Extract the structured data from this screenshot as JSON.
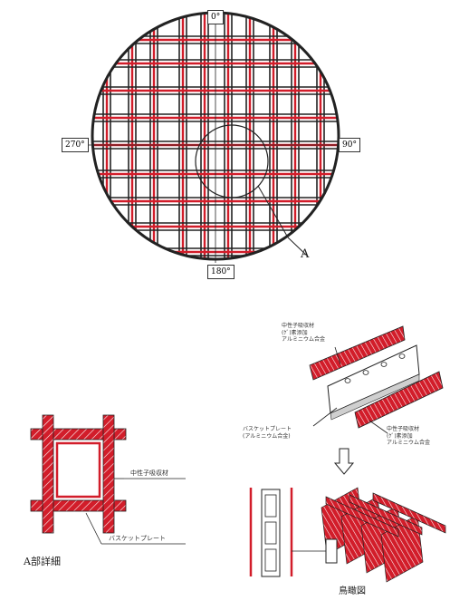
{
  "compass": {
    "top": "0°",
    "right": "90°",
    "bottom": "180°",
    "left": "270°"
  },
  "callout": {
    "mark": "A"
  },
  "detail": {
    "label_member": "中性子吸収材",
    "label_plate": "バスケットプレート",
    "caption": "A部詳細"
  },
  "iso": {
    "upper_member": [
      "中性子吸収材",
      "(ｹﾞ)素添加",
      "アルミニウム合金"
    ],
    "plate": [
      "バスケットプレート",
      "(アルミニウム合金)"
    ],
    "lower_member": [
      "中性子吸収材",
      "(ｹﾞ)素添加",
      "アルミニウム合金"
    ],
    "caption": "鳥瞰図"
  },
  "colors": {
    "red": "#d21d2a",
    "line": "#222222"
  }
}
